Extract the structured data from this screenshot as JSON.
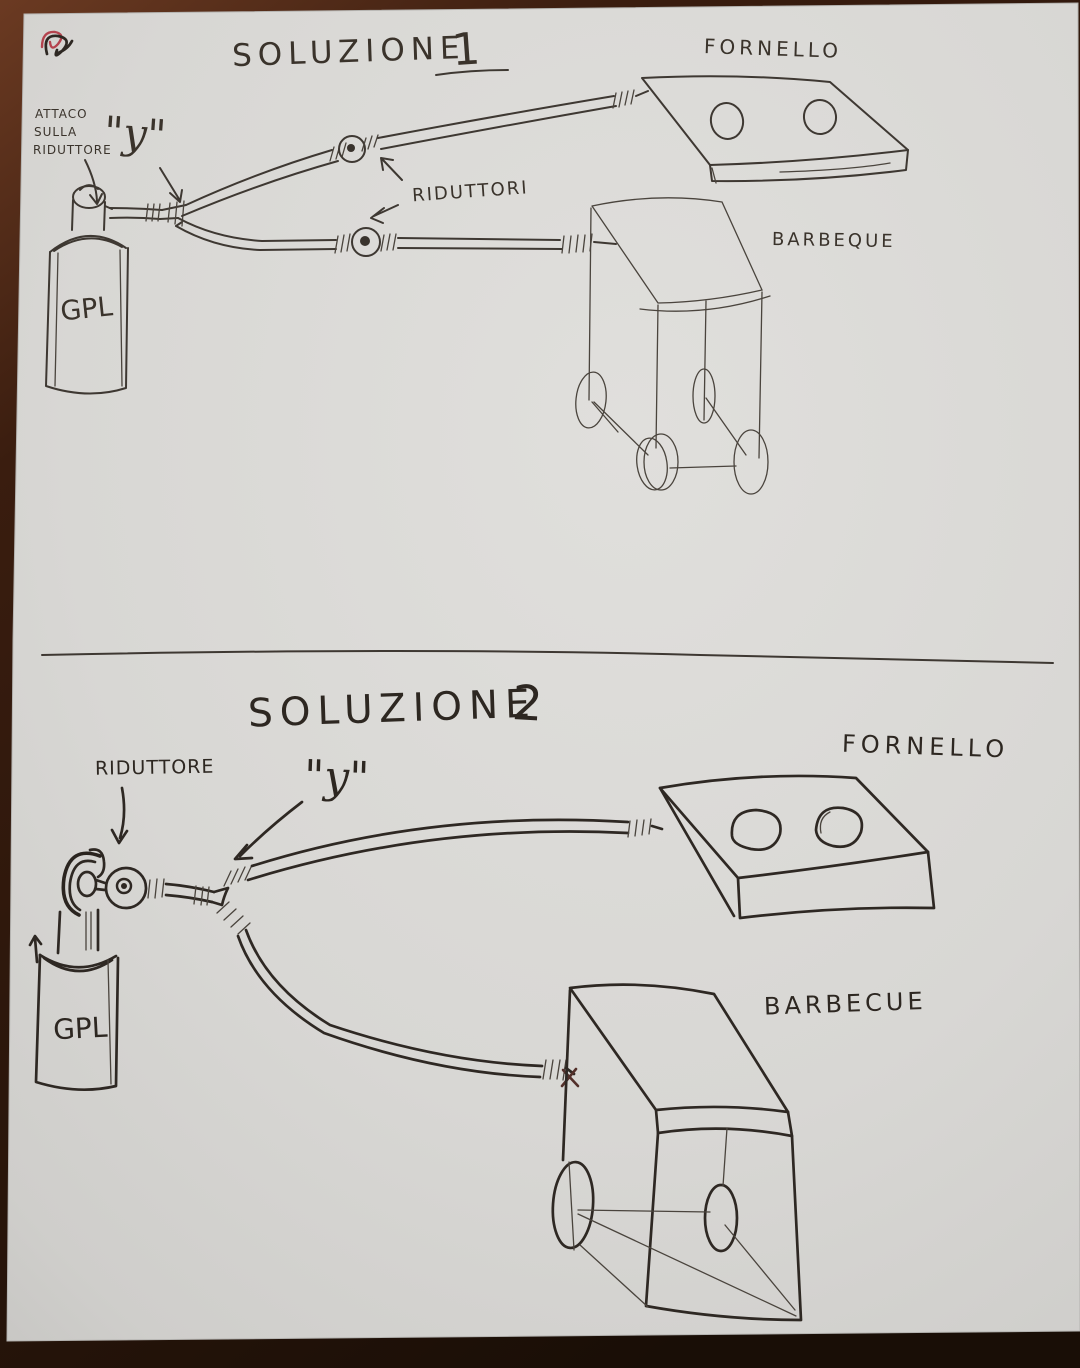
{
  "solution1": {
    "title": "SOLUZIONE",
    "number": "1",
    "stove_label": "FORNELLO",
    "barbecue_label": "BARBEQUE",
    "cylinder_label": "GPL",
    "attack_note_lines": [
      "ATTACO",
      "SULLA",
      "RIDUTTORE"
    ],
    "y_label": "\"y\"",
    "regulators_label": "RIDUTTORI"
  },
  "solution2": {
    "title": "SOLUZIONE",
    "number": "2",
    "regulator_label": "RIDUTTORE",
    "y_label": "\"y\"",
    "stove_label": "FORNELLO",
    "barbecue_label": "BARBECUE",
    "cylinder_label": "GPL"
  },
  "colors": {
    "ink": "#3e3832",
    "paper": "#d8d7d4",
    "table": "#4a2314",
    "red_mark": "#b4434e"
  }
}
